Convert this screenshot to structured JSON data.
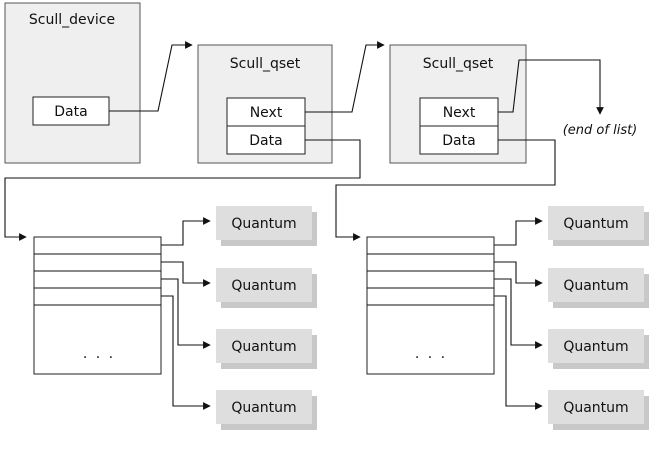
{
  "scull_device": {
    "title": "Scull_device",
    "data_label": "Data"
  },
  "qsets": [
    {
      "title": "Scull_qset",
      "next_label": "Next",
      "data_label": "Data"
    },
    {
      "title": "Scull_qset",
      "next_label": "Next",
      "data_label": "Data"
    }
  ],
  "end_of_list": "(end of list)",
  "arrays": [
    {
      "ellipsis": ". . .",
      "quanta": [
        "Quantum",
        "Quantum",
        "Quantum",
        "Quantum"
      ]
    },
    {
      "ellipsis": ". . .",
      "quanta": [
        "Quantum",
        "Quantum",
        "Quantum",
        "Quantum"
      ]
    }
  ]
}
